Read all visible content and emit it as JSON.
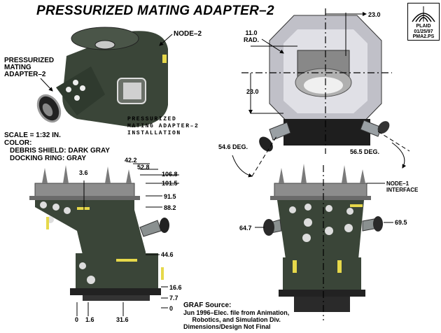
{
  "title": "PRESSURIZED MATING ADAPTER–2",
  "logo": {
    "text": "PLAID",
    "date": "01/25/97",
    "file": "PMA2.PS"
  },
  "labels": {
    "node2": "NODE–2",
    "pma2_callout": "PRESSURIZED\nMATING\nADAPTER–2",
    "installation": "PRESSURIZED\nMATING ADAPTER–2\nINSTALLATION",
    "scale": "SCALE = 1:32 IN.",
    "color": "COLOR:",
    "debris": "DEBRIS SHIELD: DARK GRAY",
    "docking": "DOCKING RING: GRAY",
    "node1": "NODE–1\nINTERFACE",
    "graf_title": "GRAF Source:",
    "graf_body": "Jun 1996–Elec. file from Animation,\n     Robotics, and Simulation Div.\nDimensions/Design Not Final"
  },
  "dims_top": {
    "d23_0_top": "23.0",
    "rad": "11.0\nRAD.",
    "d23_0_mid": "23.0",
    "deg54": "54.6 DEG.",
    "deg56": "56.5 DEG."
  },
  "dims_side": {
    "d42_2": "42.2",
    "d52_8": "52.8",
    "d106_8": "106.8",
    "d3_6": "3.6",
    "d101_5": "101.5",
    "d91_5": "91.5",
    "d88_2": "88.2",
    "d44_6": "44.6",
    "d16_6": "16.6",
    "d7_7": "7.7",
    "d0_right": "0",
    "d0_bottom": "0",
    "d1_6": "1.6",
    "d31_6": "31.6"
  },
  "dims_front": {
    "d64_7": "64.7",
    "d69_5": "69.5"
  },
  "colors": {
    "body": "#3a4538",
    "ring": "#9a9a9a",
    "dark": "#222222",
    "yellow": "#e6d84a",
    "light_gray": "#c8c8c8"
  }
}
